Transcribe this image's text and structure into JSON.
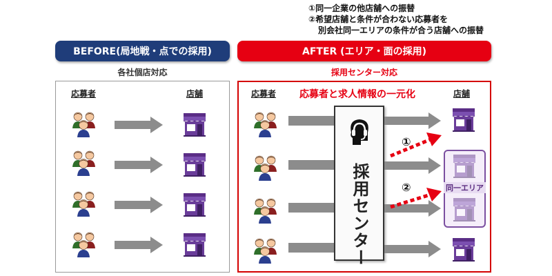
{
  "notes": {
    "line1": "①同一企業の他店舗への振替",
    "line2": "②希望店舗と条件が合わない応募者を",
    "line3": "別会社同一エリアの条件が合う店舗への振替"
  },
  "before": {
    "banner": "BEFORE(局地戦・点での採用)",
    "subtitle": "各社個店対応",
    "applicant_label": "応募者",
    "store_label": "店舗"
  },
  "after": {
    "banner": "AFTER (エリア・面の採用)",
    "subtitle": "採用センター対応",
    "applicant_label": "応募者",
    "store_label": "店舗",
    "unify_label": "応募者と求人情報の一元化",
    "center_label": "採用センター",
    "area_label": "同一エリア",
    "marker_1": "①",
    "marker_2": "②"
  },
  "colors": {
    "before_accent": "#1f3d7a",
    "after_accent": "#e60012",
    "store_purple": "#6a3d9a",
    "arrow_gray": "#8c8c8c"
  },
  "icons": [
    "people-icon",
    "store-icon",
    "headset-icon",
    "arrow-right-icon",
    "dotted-arrow-icon"
  ]
}
